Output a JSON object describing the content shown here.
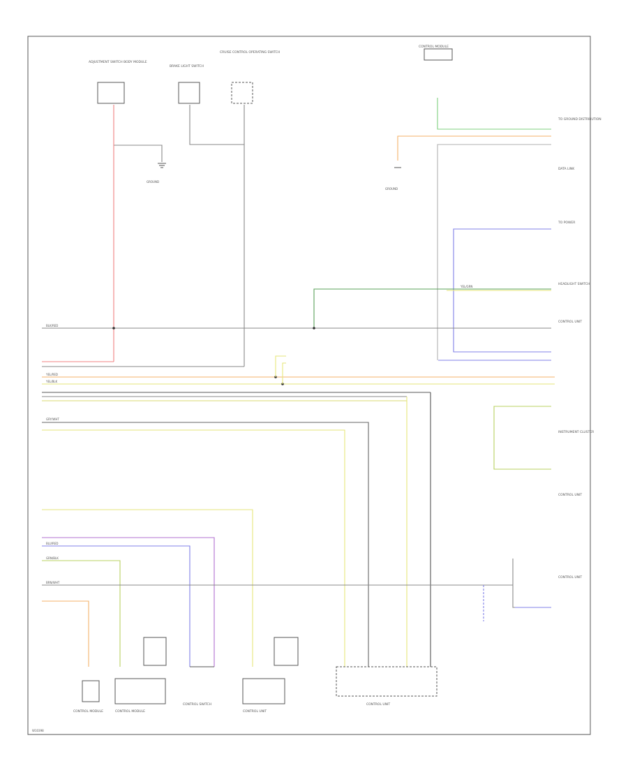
{
  "diagram": {
    "page_id": "W10398",
    "frame_color": "#555555",
    "wire_colors": {
      "red": "#f08080",
      "gray": "#888888",
      "dark_gray": "#555555",
      "light_gray": "#b0b0b0",
      "green": "#7fd07f",
      "dark_green": "#5aa05a",
      "orange": "#f4b26a",
      "yellow": "#e6e67a",
      "blue": "#8080e8",
      "violet": "#b070d0",
      "yellow_green": "#b8d060"
    },
    "top_components": [
      {
        "id": "adj_switch",
        "label": "ADJUSTMENT SWITCH BODY MODULE"
      },
      {
        "id": "brake_light",
        "label": "BRAKE LIGHT SWITCH"
      },
      {
        "id": "cruise_control",
        "label": "CRUISE CONTROL OPERATING SWITCH"
      },
      {
        "id": "ctrl_module",
        "label": "CONTROL MODULE"
      }
    ],
    "splices": [
      {
        "id": "s1",
        "label": "GROUND"
      },
      {
        "id": "s2",
        "label": "GROUND"
      }
    ],
    "right_labels": [
      {
        "id": "r1",
        "label": "TO GROUND DISTRIBUTION"
      },
      {
        "id": "r2",
        "label": "DATA LINK"
      },
      {
        "id": "r3",
        "label": "TO POWER"
      },
      {
        "id": "r4",
        "label": "HEADLIGHT SWITCH"
      },
      {
        "id": "r5",
        "label": "CONTROL UNIT"
      },
      {
        "id": "r6",
        "label": "INSTRUMENT CLUSTER"
      },
      {
        "id": "r7",
        "label": "CONTROL UNIT"
      },
      {
        "id": "r8",
        "label": "CONTROL UNIT"
      }
    ],
    "bottom_components": [
      {
        "id": "b1",
        "label": "CONTROL MODULE"
      },
      {
        "id": "b2",
        "label": "CONTROL MODULE"
      },
      {
        "id": "b3",
        "label": "CONTROL SWITCH"
      },
      {
        "id": "b4",
        "label": "CONTROL UNIT"
      },
      {
        "id": "b5",
        "label": "CONTROL UNIT"
      }
    ],
    "wire_labels": {
      "w_yel_blk": "YEL/BLK",
      "w_blk_red": "BLK/RED",
      "w_gry_wht": "GRY/WHT",
      "w_yel_red": "YEL/RED",
      "w_blu_red": "BLU/RED",
      "w_grn_blk": "GRN/BLK",
      "w_brn_wht": "BRN/WHT",
      "w_yel_grn": "YEL/GRN"
    }
  }
}
